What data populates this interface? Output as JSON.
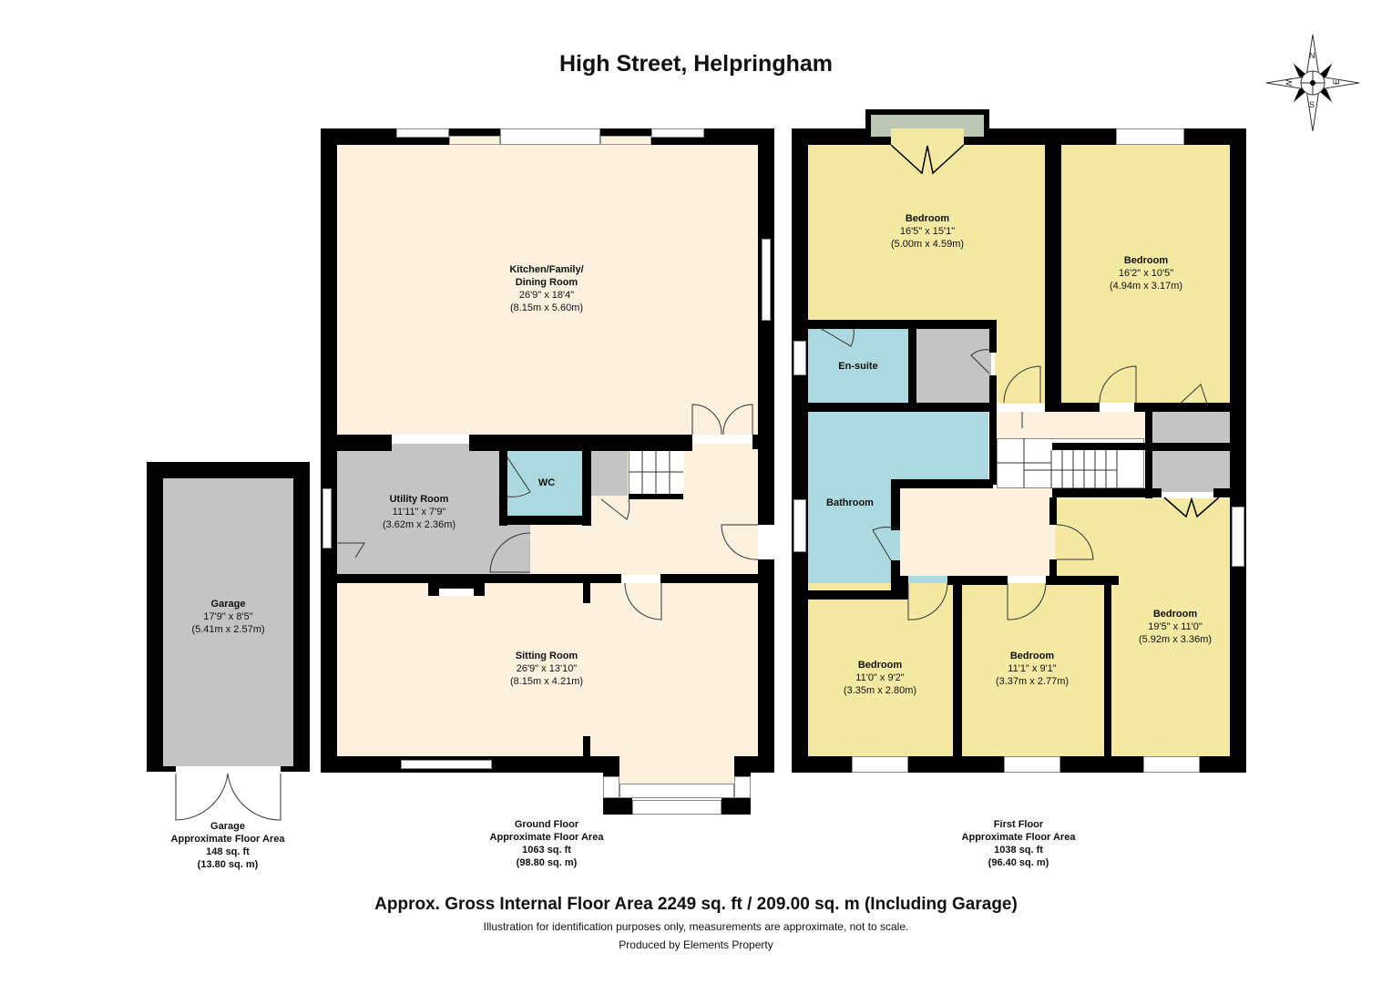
{
  "title": "High Street, Helpringham",
  "compass": {
    "icon": "compass-rose-icon",
    "n": "N",
    "s": "S",
    "e": "E",
    "w": "W"
  },
  "ground_floor": {
    "rooms": [
      {
        "name": "Kitchen/Family/",
        "name2": "Dining Room",
        "imperial": "26'9\" x 18'4\"",
        "metric": "(8.15m x 5.60m)"
      },
      {
        "name": "Utility Room",
        "imperial": "11'11\" x 7'9\"",
        "metric": "(3.62m x 2.36m)"
      },
      {
        "name": "WC"
      },
      {
        "name": "Sitting Room",
        "imperial": "26'9\" x 13'10\"",
        "metric": "(8.15m x 4.21m)"
      }
    ],
    "area": {
      "heading": "Ground Floor",
      "label": "Approximate Floor Area",
      "sqft": "1063 sq. ft",
      "sqm": "(98.80 sq. m)"
    }
  },
  "garage": {
    "room": {
      "name": "Garage",
      "imperial": "17'9\" x 8'5\"",
      "metric": "(5.41m x 2.57m)"
    },
    "area": {
      "heading": "Garage",
      "label": "Approximate Floor Area",
      "sqft": "148 sq. ft",
      "sqm": "(13.80 sq. m)"
    }
  },
  "first_floor": {
    "rooms": [
      {
        "name": "Bedroom",
        "imperial": "16'5\" x 15'1\"",
        "metric": "(5.00m x 4.59m)"
      },
      {
        "name": "Bedroom",
        "imperial": "16'2\" x 10'5\"",
        "metric": "(4.94m x 3.17m)"
      },
      {
        "name": "En-suite"
      },
      {
        "name": "Bathroom"
      },
      {
        "name": "Bedroom",
        "imperial": "11'0\" x 9'2\"",
        "metric": "(3.35m x 2.80m)"
      },
      {
        "name": "Bedroom",
        "imperial": "11'1\" x 9'1\"",
        "metric": "(3.37m x 2.77m)"
      },
      {
        "name": "Bedroom",
        "imperial": "19'5\" x 11'0\"",
        "metric": "(5.92m x 3.36m)"
      }
    ],
    "area": {
      "heading": "First Floor",
      "label": "Approximate Floor Area",
      "sqft": "1038 sq. ft",
      "sqm": "(96.40 sq. m)"
    }
  },
  "footer": {
    "gross": "Approx. Gross Internal Floor Area 2249 sq. ft / 209.00 sq. m (Including Garage)",
    "disclaimer": "Illustration for identification purposes only, measurements are approximate, not to scale.",
    "producer": "Produced by Elements Property"
  },
  "colors": {
    "kitchen": "#fbf1de",
    "bedroom": "#f3e9a3",
    "wet_room": "#acd9e0",
    "storage": "#c4c4c4",
    "wall": "#000000"
  }
}
